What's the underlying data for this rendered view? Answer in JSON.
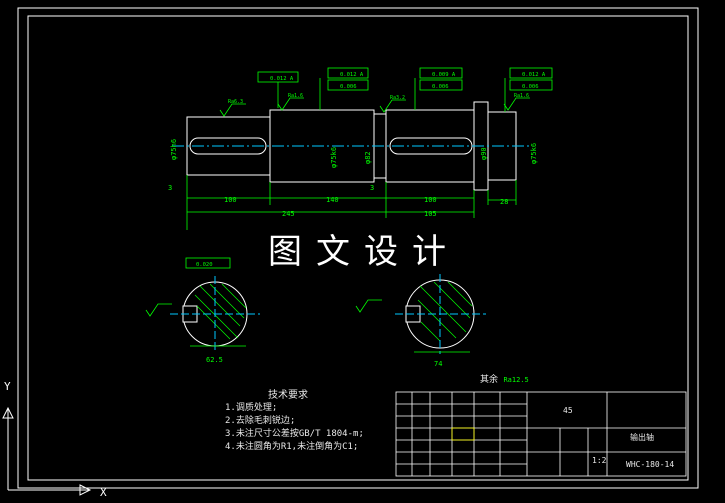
{
  "watermark": "图文设计",
  "technical_requirements": {
    "title": "技术要求",
    "items": [
      "1.调质处理;",
      "2.去除毛刺锐边;",
      "3.未注尺寸公差按GB/T 1804-m;",
      "4.未注圆角为R1,未注倒角为C1;"
    ]
  },
  "roughness_note": {
    "label": "其余",
    "value": "Ra12.5"
  },
  "dimensions": {
    "d1": "100",
    "d2": "140",
    "d3": "100",
    "d4": "28",
    "total1": "245",
    "total2": "105",
    "step3a": "3",
    "step3b": "3",
    "section1": "62.5",
    "section2": "74"
  },
  "gdt_frames": [
    {
      "sym": "↗",
      "tol": "0.012",
      "datum": "A"
    },
    {
      "sym": "↗",
      "tol": "0.012",
      "datum": "A"
    },
    {
      "sym": "◎",
      "tol": "0.006",
      "datum": ""
    },
    {
      "sym": "↗",
      "tol": "0.009",
      "datum": "A"
    },
    {
      "sym": "◎",
      "tol": "0.006",
      "datum": ""
    },
    {
      "sym": "↗",
      "tol": "0.012",
      "datum": "A"
    },
    {
      "sym": "◎",
      "tol": "0.006",
      "datum": ""
    }
  ],
  "roughness_marks": [
    "Ra6.3",
    "Ra1.6",
    "Ra3.2",
    "Ra1.6"
  ],
  "key_tolerance": "0.020",
  "title_block": {
    "material": "45",
    "part_name": "输出轴",
    "drawing_no": "WHC-180-14",
    "scale": "1:2"
  },
  "colors": {
    "background": "#000000",
    "outline": "#ffffff",
    "geometry": "#ffffff",
    "dimension": "#00ff00",
    "centerline": "#00c8ff",
    "hatch": "#00ff00",
    "highlight": "#ffff00",
    "cyan": "#00ffff"
  }
}
